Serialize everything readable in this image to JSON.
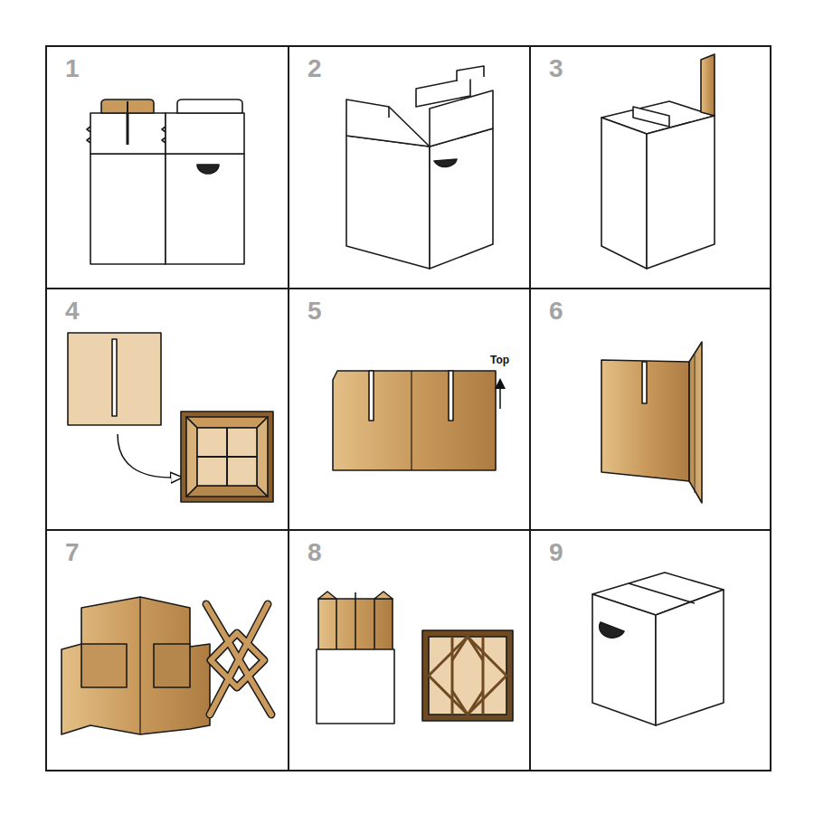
{
  "diagram": {
    "nodes": [
      {
        "text": [
          "1"
        ]
      },
      {
        "text": [
          "2"
        ]
      },
      {
        "text": [
          "3"
        ]
      },
      {
        "text": [
          "4"
        ]
      },
      {
        "text": [
          "5"
        ]
      },
      {
        "text": [
          "6"
        ]
      },
      {
        "text": [
          "7"
        ]
      },
      {
        "text": [
          "8"
        ]
      },
      {
        "text": [
          "9"
        ]
      }
    ],
    "labels": [
      "Top"
    ]
  }
}
